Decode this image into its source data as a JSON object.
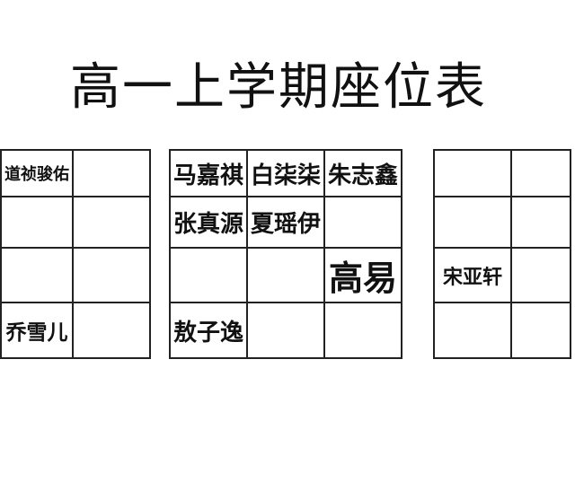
{
  "title": "高一上学期座位表",
  "left": {
    "r1": "道祯骏佑",
    "r4": "乔雪儿"
  },
  "middle": {
    "r1": [
      "马嘉祺",
      "白柒柒",
      "朱志鑫"
    ],
    "r2": [
      "张真源",
      "夏瑶伊"
    ],
    "r3c3": "高易",
    "r4c1": "敖子逸"
  },
  "right": {
    "r3c1": "宋亚轩"
  }
}
